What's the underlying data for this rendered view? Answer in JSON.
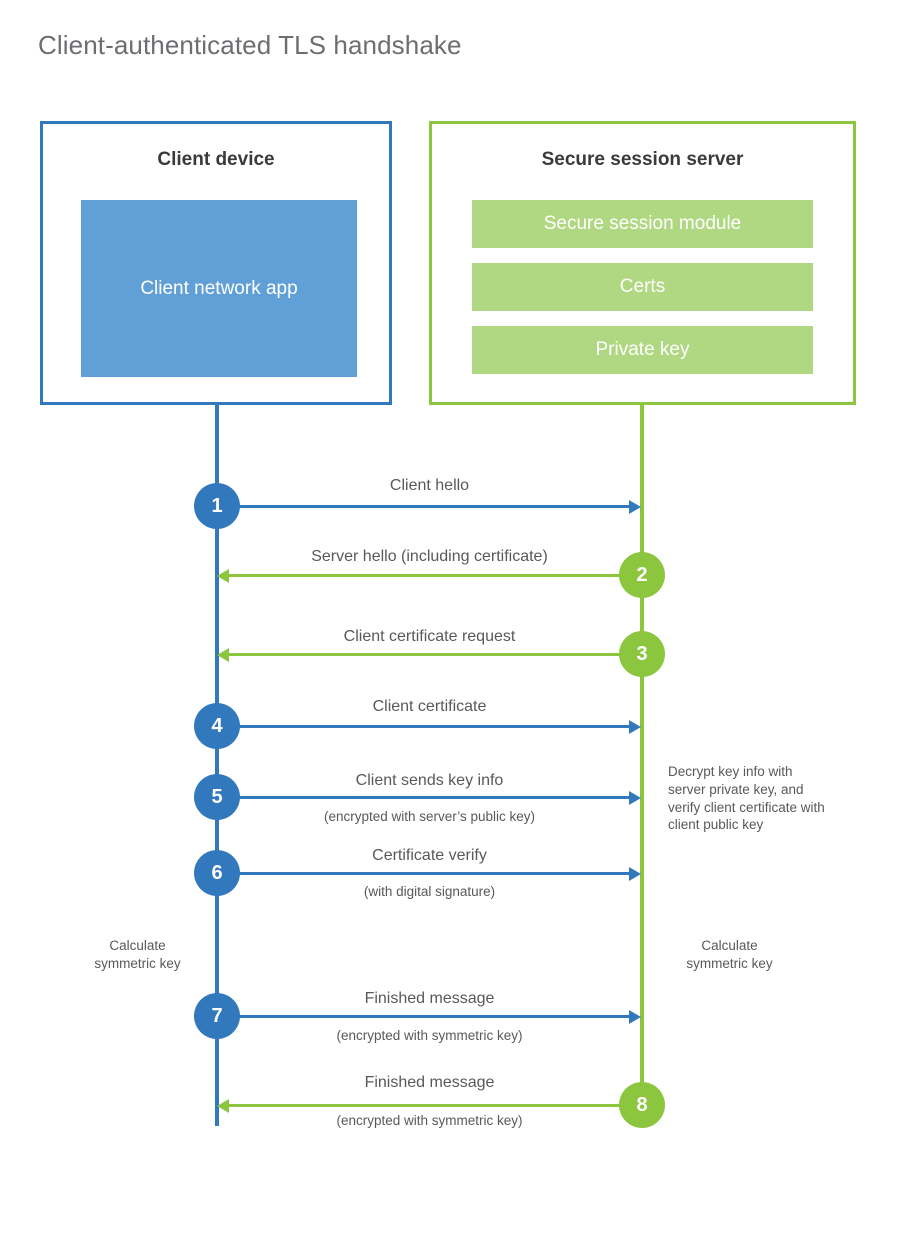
{
  "title": "Client-authenticated TLS handshake",
  "colors": {
    "blue": "#3278bd",
    "blue_fill": "#60a0d6",
    "green": "#8cc63f",
    "green_fill": "#b0d781",
    "text": "#58595b",
    "title": "#6d6e71"
  },
  "actors": {
    "client": {
      "title": "Client device",
      "blocks": [
        "Client network app"
      ]
    },
    "server": {
      "title": "Secure session server",
      "blocks": [
        "Secure session module",
        "Certs",
        "Private key"
      ]
    }
  },
  "steps": [
    {
      "number": "1",
      "label": "Client hello",
      "sublabel": "",
      "direction": "client-to-server",
      "color": "blue"
    },
    {
      "number": "2",
      "label": "Server hello (including certificate)",
      "sublabel": "",
      "direction": "server-to-client",
      "color": "green"
    },
    {
      "number": "3",
      "label": "Client certificate request",
      "sublabel": "",
      "direction": "server-to-client",
      "color": "green"
    },
    {
      "number": "4",
      "label": "Client certificate",
      "sublabel": "",
      "direction": "client-to-server",
      "color": "blue"
    },
    {
      "number": "5",
      "label": "Client sends key info",
      "sublabel": "(encrypted with server’s public key)",
      "direction": "client-to-server",
      "color": "blue"
    },
    {
      "number": "6",
      "label": "Certificate verify",
      "sublabel": "(with digital signature)",
      "direction": "client-to-server",
      "color": "blue"
    },
    {
      "number": "7",
      "label": "Finished message",
      "sublabel": "(encrypted with symmetric key)",
      "direction": "client-to-server",
      "color": "blue"
    },
    {
      "number": "8",
      "label": "Finished message",
      "sublabel": "(encrypted with symmetric key)",
      "direction": "server-to-client",
      "color": "green"
    }
  ],
  "notes": {
    "decrypt": "Decrypt key info with server private key, and verify client certificate with client public key",
    "calculate_client": "Calculate symmetric key",
    "calculate_server": "Calculate symmetric key"
  }
}
